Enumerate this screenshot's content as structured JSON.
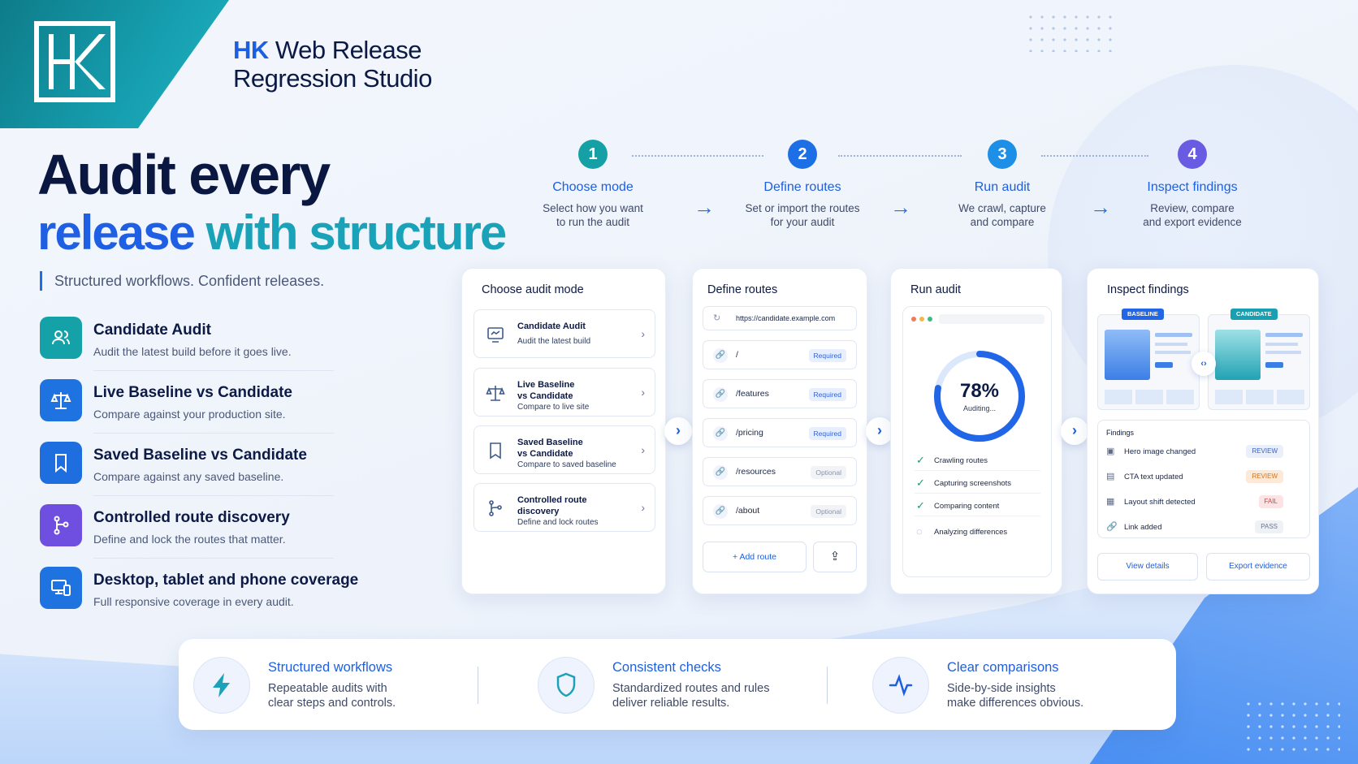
{
  "brand": {
    "hk": "HK",
    "line1": "Web Release",
    "line2": "Regression Studio",
    "logo": "HK"
  },
  "hero": {
    "line1": "Audit every",
    "line2_a": "release",
    "line2_b": "with structure",
    "tagline": "Structured workflows. Confident releases."
  },
  "features": [
    {
      "title": "Candidate Audit",
      "desc": "Audit the latest build before it goes live.",
      "icon": "users-icon",
      "color": "#14a2a8"
    },
    {
      "title": "Live Baseline vs Candidate",
      "desc": "Compare against your production site.",
      "icon": "scale-icon",
      "color": "#1e73e0"
    },
    {
      "title": "Saved Baseline vs Candidate",
      "desc": "Compare against any saved baseline.",
      "icon": "bookmark-icon",
      "color": "#1e6ee0"
    },
    {
      "title": "Controlled route discovery",
      "desc": "Define and lock the routes that matter.",
      "icon": "branch-icon",
      "color": "#6e4fe0"
    },
    {
      "title": "Desktop, tablet and phone coverage",
      "desc": "Full responsive coverage in every audit.",
      "icon": "devices-icon",
      "color": "#1e73e0"
    }
  ],
  "steps": [
    {
      "num": "1",
      "title": "Choose mode",
      "desc1": "Select how you want",
      "desc2": "to run the audit",
      "color": "#15a0a6"
    },
    {
      "num": "2",
      "title": "Define routes",
      "desc1": "Set or import the routes",
      "desc2": "for your audit",
      "color": "#1d6fe6"
    },
    {
      "num": "3",
      "title": "Run audit",
      "desc1": "We crawl, capture",
      "desc2": "and compare",
      "color": "#1d8fe6"
    },
    {
      "num": "4",
      "title": "Inspect findings",
      "desc1": "Review, compare",
      "desc2": "and export evidence",
      "color": "#6a5be3"
    }
  ],
  "panel_mode": {
    "title": "Choose audit mode",
    "cards": [
      {
        "t1": "Candidate Audit",
        "t2": "",
        "desc": "Audit the latest build"
      },
      {
        "t1": "Live Baseline",
        "t2": "vs Candidate",
        "desc": "Compare to live site"
      },
      {
        "t1": "Saved Baseline",
        "t2": "vs Candidate",
        "desc": "Compare to saved baseline"
      },
      {
        "t1": "Controlled route",
        "t2": "discovery",
        "desc": "Define and lock routes"
      }
    ]
  },
  "panel_routes": {
    "title": "Define routes",
    "url": "https://candidate.example.com",
    "routes": [
      {
        "path": "/",
        "tag": "Required"
      },
      {
        "path": "/features",
        "tag": "Required"
      },
      {
        "path": "/pricing",
        "tag": "Required"
      },
      {
        "path": "/resources",
        "tag": "Optional"
      },
      {
        "path": "/about",
        "tag": "Optional"
      }
    ],
    "add_label": "+ Add route"
  },
  "panel_run": {
    "title": "Run audit",
    "percent_text": "78%",
    "progress": 0.78,
    "status": "Auditing...",
    "checks": [
      "Crawling routes",
      "Capturing screenshots",
      "Comparing content",
      "Analyzing differences"
    ]
  },
  "panel_findings": {
    "title": "Inspect findings",
    "baseline_label": "BASELINE",
    "candidate_label": "CANDIDATE",
    "findings_title": "Findings",
    "findings": [
      {
        "text": "Hero image changed",
        "badge": "REVIEW",
        "kind": "review"
      },
      {
        "text": "CTA text updated",
        "badge": "REVIEW",
        "kind": "reviewo"
      },
      {
        "text": "Layout shift detected",
        "badge": "FAIL",
        "kind": "fail"
      },
      {
        "text": "Link added",
        "badge": "PASS",
        "kind": "pass"
      }
    ],
    "view_details": "View details",
    "export_evidence": "Export evidence"
  },
  "bottom": [
    {
      "title": "Structured workflows",
      "desc1": "Repeatable audits with",
      "desc2": "clear steps and controls."
    },
    {
      "title": "Consistent checks",
      "desc1": "Standardized routes and rules",
      "desc2": "deliver reliable results."
    },
    {
      "title": "Clear comparisons",
      "desc1": "Side-by-side insights",
      "desc2": "make differences obvious."
    }
  ]
}
